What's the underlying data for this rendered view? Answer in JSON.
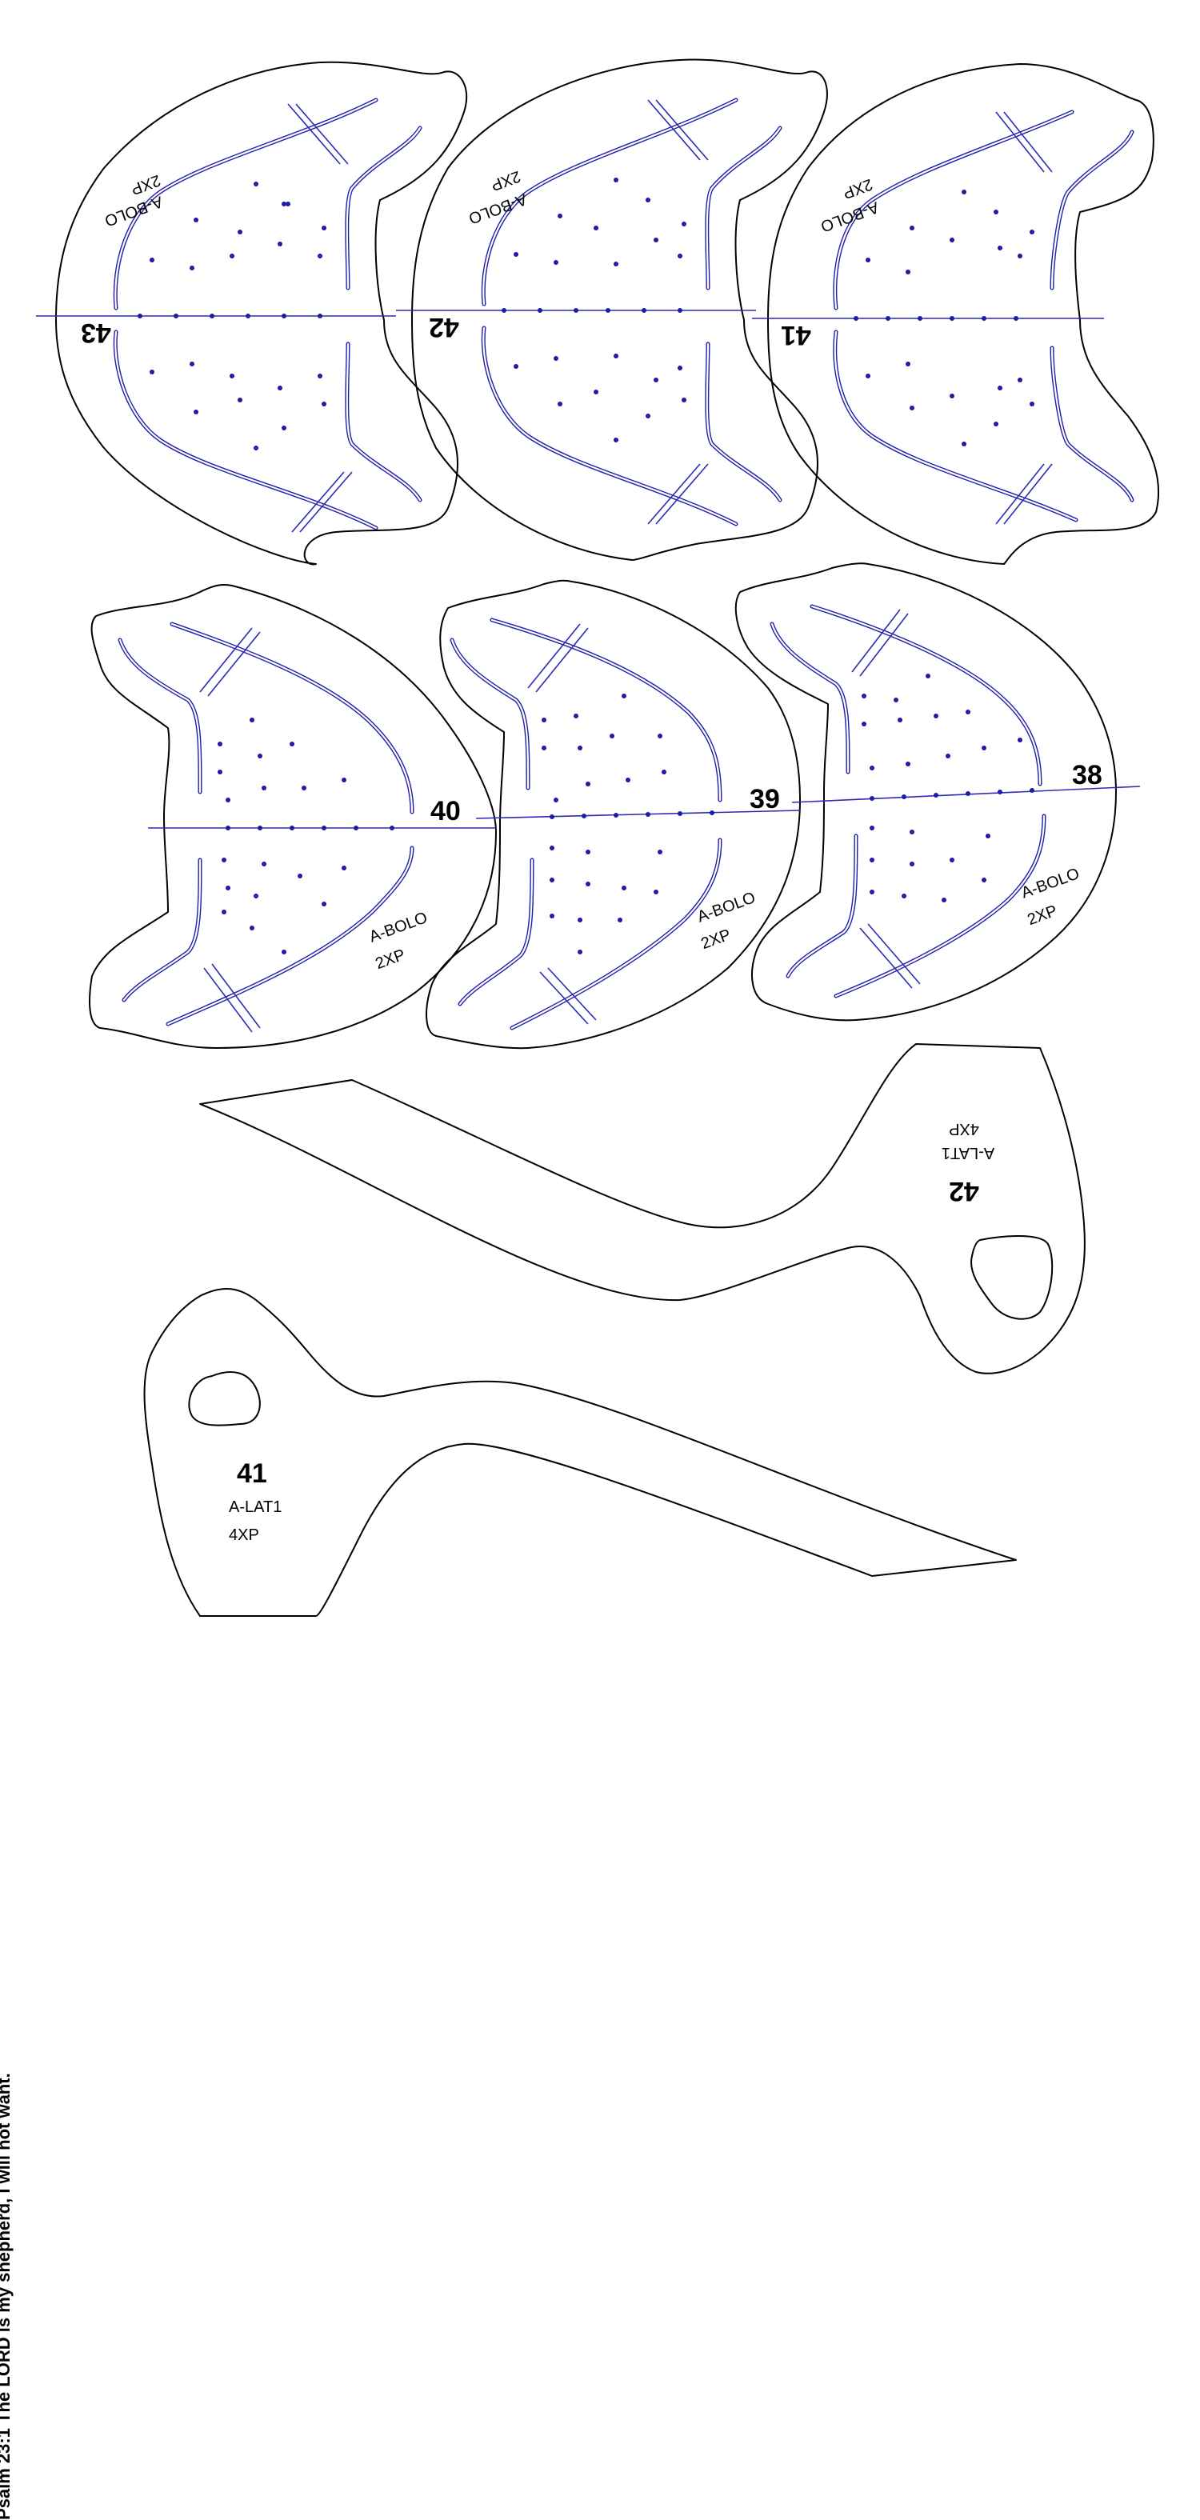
{
  "footer": {
    "verse": "Psalm 23:1 The LORD is my shepherd, I will not want."
  },
  "colors": {
    "outline": "#000000",
    "guide": "#2b2bb3"
  },
  "top_row": [
    {
      "number": "43",
      "name": "A-BOLO",
      "qty": "2XP"
    },
    {
      "number": "42",
      "name": "A-BOLO",
      "qty": "2XP"
    },
    {
      "number": "41",
      "name": "A-BOLO",
      "qty": "2XP"
    }
  ],
  "middle_row": [
    {
      "number": "40",
      "name": "A-BOLO",
      "qty": "2XP"
    },
    {
      "number": "39",
      "name": "A-BOLO",
      "qty": "2XP"
    },
    {
      "number": "38",
      "name": "A-BOLO",
      "qty": "2XP"
    }
  ],
  "lateral_pieces": [
    {
      "number": "42",
      "name": "A-LAT1",
      "qty": "4XP"
    },
    {
      "number": "41",
      "name": "A-LAT1",
      "qty": "4XP"
    }
  ]
}
